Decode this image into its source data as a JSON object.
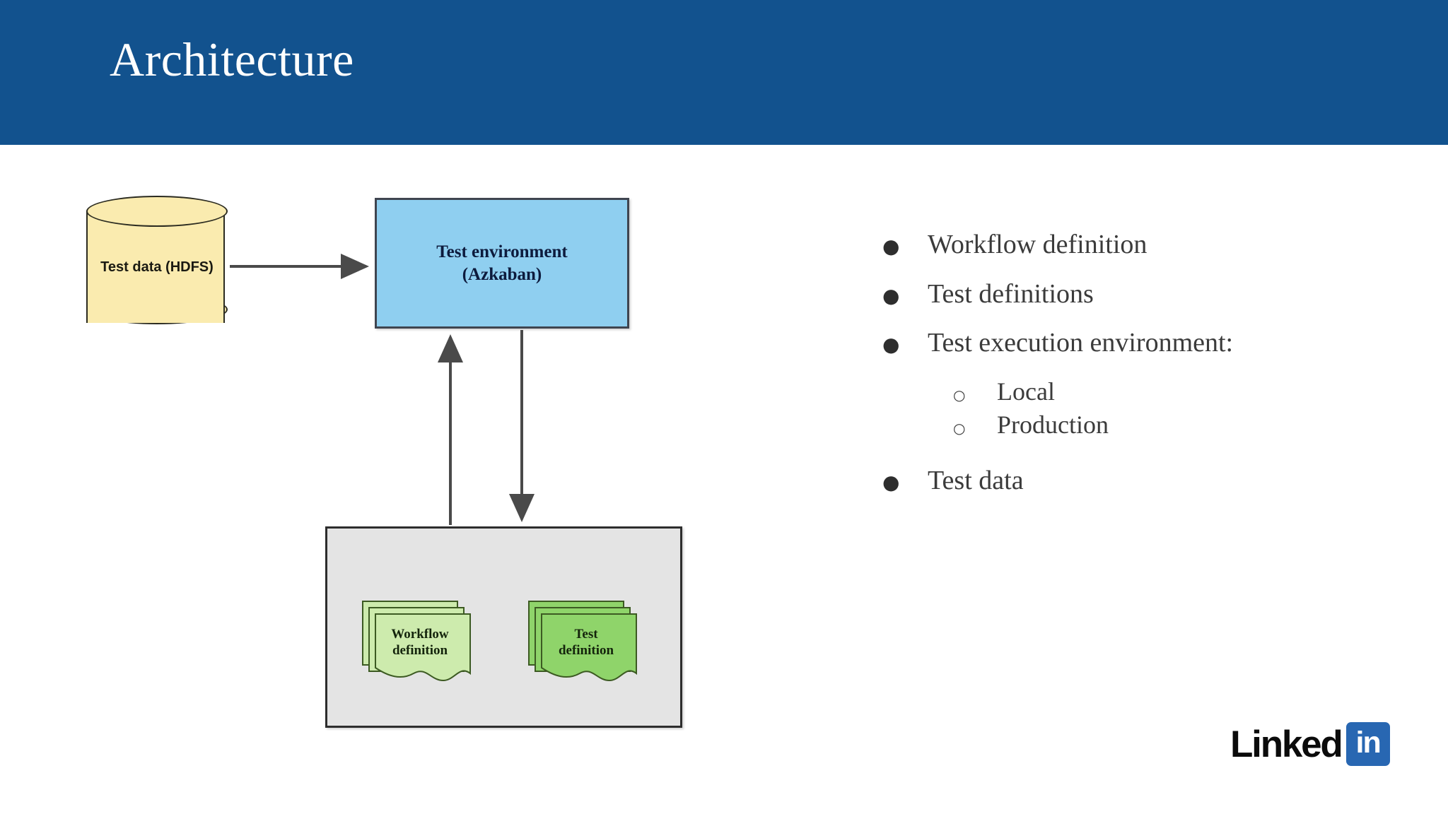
{
  "slide": {
    "title": "Architecture",
    "banner_color": "#12528E",
    "background_color": "#FFFFFF"
  },
  "diagram": {
    "datastore": {
      "label": "Test data\n(HDFS)",
      "shape": "cylinder",
      "fill_color": "#FAEBAF",
      "stroke_color": "#2B2B20"
    },
    "environment": {
      "label": "Test environment\n(Azkaban)",
      "shape": "rectangle",
      "fill_color": "#8FCFF0",
      "stroke_color": "#3F4550"
    },
    "container": {
      "fill_color": "#E4E4E4",
      "stroke_color": "#2D2D2D"
    },
    "documents": [
      {
        "label": "Workflow\ndefinition",
        "fill_color": "#CDEBAD",
        "stroke_color": "#3C5A22"
      },
      {
        "label": "Test\ndefinition",
        "fill_color": "#8FD46A",
        "stroke_color": "#3C5A22"
      }
    ],
    "arrows": [
      {
        "name": "datastore-to-environment",
        "direction": "right"
      },
      {
        "name": "environment-to-container",
        "direction": "down"
      },
      {
        "name": "container-to-environment",
        "direction": "up"
      }
    ]
  },
  "bullets": [
    {
      "marker": "●",
      "text": "Workflow definition",
      "level": 1
    },
    {
      "marker": "●",
      "text": "Test definitions",
      "level": 1
    },
    {
      "marker": "●",
      "text": "Test execution environment:",
      "level": 1
    },
    {
      "marker": "○",
      "text": "Local",
      "level": 2
    },
    {
      "marker": "○",
      "text": "Production",
      "level": 2
    },
    {
      "marker": "●",
      "text": "Test data",
      "level": 1
    }
  ],
  "branding": {
    "wordmark": "Linked",
    "badge_text": "in",
    "badge_color": "#2867B2"
  }
}
